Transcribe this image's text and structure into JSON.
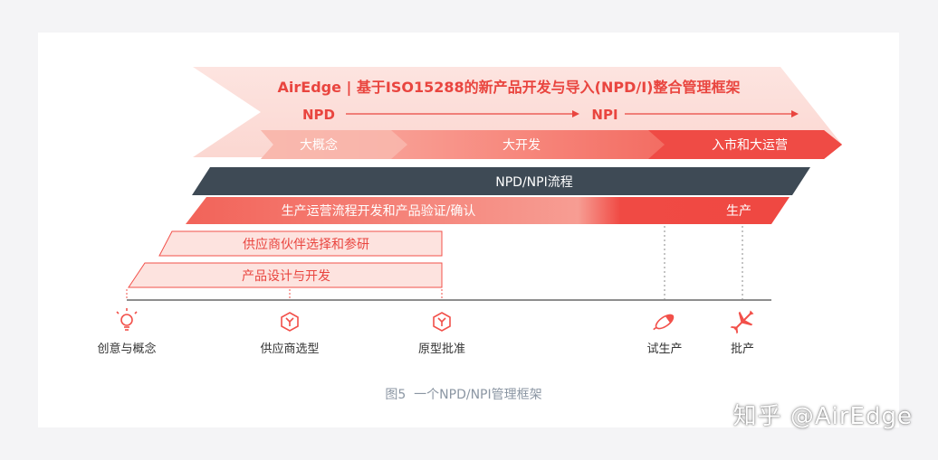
{
  "header": {
    "title": "AirEdge | 基于ISO15288的新产品开发与导入(NPD/I)整合管理框架",
    "npd_label": "NPD",
    "npi_label": "NPI"
  },
  "phases": {
    "concept": "大概念",
    "development": "大开发",
    "market": "入市和大运营"
  },
  "process_bar": "NPD/NPI流程",
  "ops_bar": {
    "main": "生产运营流程开发和产品验证/确认",
    "production": "生产"
  },
  "supplier_bar": "供应商伙伴选择和参研",
  "design_bar": "产品设计与开发",
  "milestones": [
    {
      "label": "创意与概念",
      "icon": "lightbulb-icon"
    },
    {
      "label": "供应商选型",
      "icon": "y-gate-icon"
    },
    {
      "label": "原型批准",
      "icon": "y-gate-icon"
    },
    {
      "label": "试生产",
      "icon": "rocket-tilted-icon"
    },
    {
      "label": "批产",
      "icon": "airplane-icon"
    }
  ],
  "caption": "图5  一个NPD/NPI管理框架",
  "footer_brand": "知乎 @AirEdge",
  "colors": {
    "accent": "#f2504a",
    "accent_light": "#f9c9c3",
    "dark_bar": "#3e4a55",
    "caption_text": "#8b96a3"
  }
}
